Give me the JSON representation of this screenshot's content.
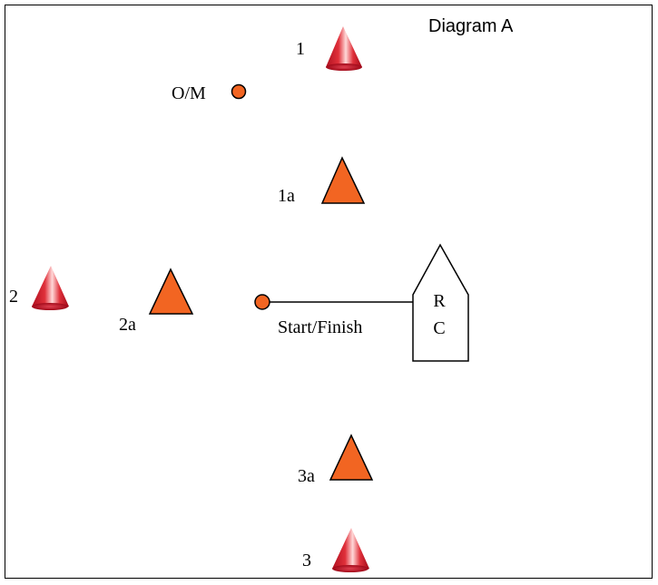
{
  "diagram": {
    "title": "Diagram A",
    "colors": {
      "border": "#000000",
      "orange": "#f26522",
      "cone_light": "#ffd0d0",
      "cone_mid": "#e0303a",
      "cone_dark": "#b01020",
      "boat_fill": "#ffffff"
    },
    "marks": {
      "m1": {
        "label": "1",
        "type": "cone-icon"
      },
      "m2": {
        "label": "2",
        "type": "cone-icon"
      },
      "m3": {
        "label": "3",
        "type": "cone-icon"
      },
      "m1a": {
        "label": "1a",
        "type": "triangle-icon"
      },
      "m2a": {
        "label": "2a",
        "type": "triangle-icon"
      },
      "m3a": {
        "label": "3a",
        "type": "triangle-icon"
      },
      "om": {
        "label": "O/M",
        "type": "circle-icon"
      }
    },
    "start_finish": {
      "label": "Start/Finish"
    },
    "committee_boat": {
      "line1": "R",
      "line2": "C"
    }
  }
}
